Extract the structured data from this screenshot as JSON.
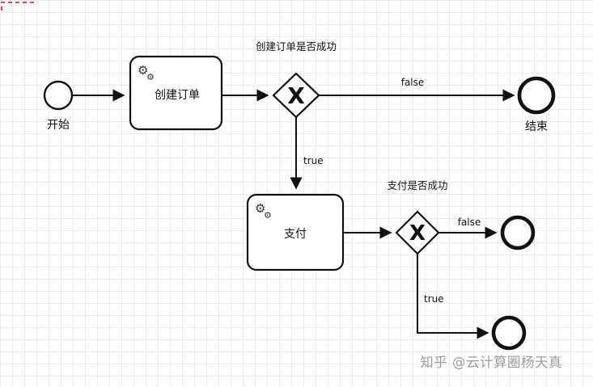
{
  "canvas": {
    "watermark": "知乎 @云计算圈杨天真"
  },
  "icons": {
    "gear": "⚙"
  },
  "nodes": {
    "start": {
      "label": "开始"
    },
    "task_create_order": {
      "label": "创建订单"
    },
    "gateway_order": {
      "label": "创建订单是否成功",
      "symbol": "X"
    },
    "end_main": {
      "label": "结束"
    },
    "task_pay": {
      "label": "支付"
    },
    "gateway_pay": {
      "label": "支付是否成功",
      "symbol": "X"
    }
  },
  "edges": {
    "order_false": {
      "label": "false"
    },
    "order_true": {
      "label": "true"
    },
    "pay_false": {
      "label": "false"
    },
    "pay_true": {
      "label": "true"
    }
  }
}
